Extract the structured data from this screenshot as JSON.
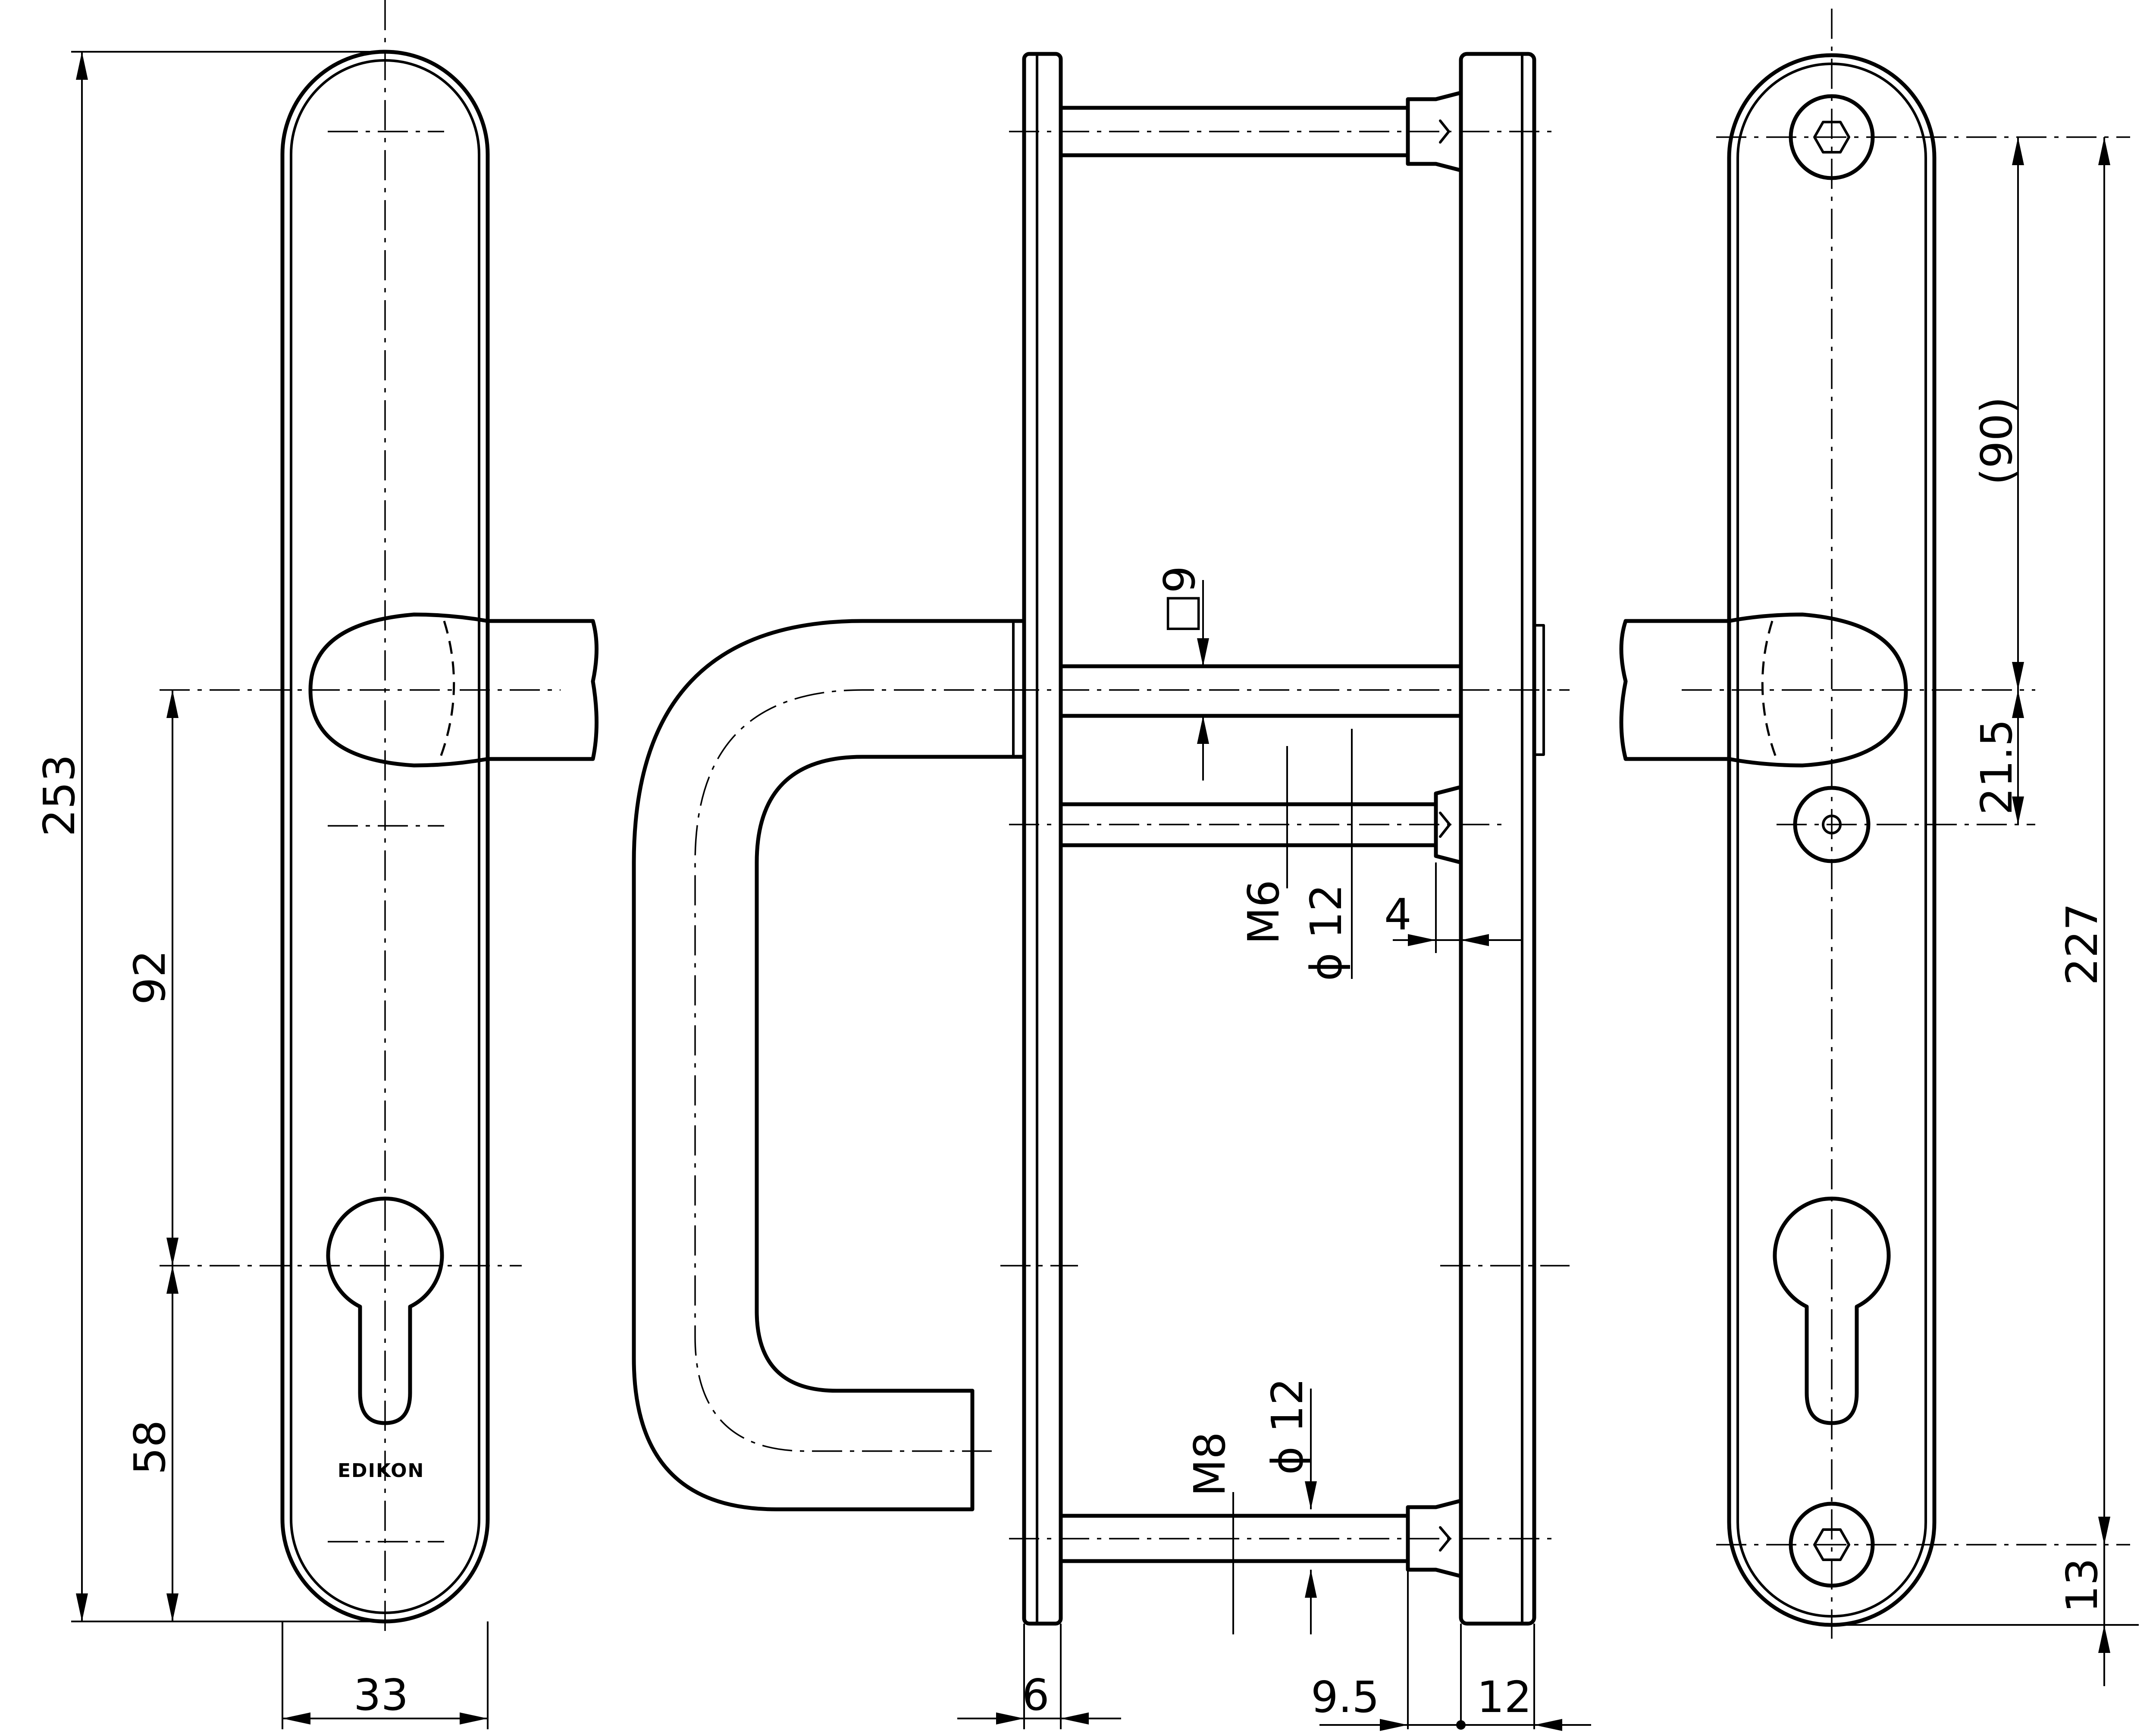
{
  "drawing": {
    "brand_logo": "EDIKON",
    "dimensions": {
      "overall_height": "253",
      "handle_to_cylinder": "92",
      "cylinder_to_bottom": "58",
      "plate_width": "33",
      "square_spindle": "□9",
      "thread_upper": "M6",
      "diameter_upper": "ϕ 12",
      "offset_4": "4",
      "thread_lower": "M8",
      "diameter_lower": "ϕ 12",
      "plate_thickness": "6",
      "offset_9_5": "9.5",
      "plate_thickness_back": "12",
      "screw_spacing_ref": "(90)",
      "handle_to_screw": "21.5",
      "screw_total": "227",
      "screw_to_bottom": "13"
    }
  }
}
